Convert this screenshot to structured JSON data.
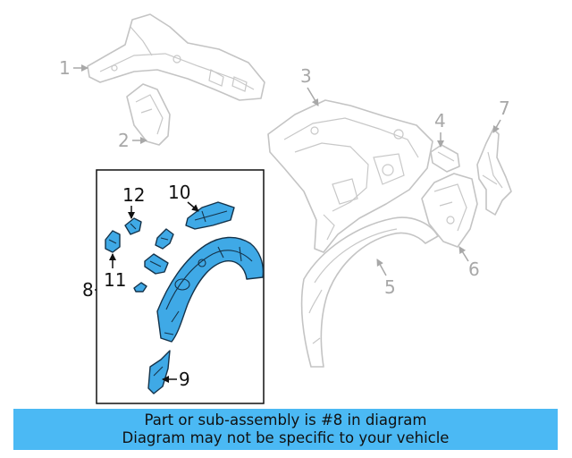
{
  "callouts": {
    "c1": "1",
    "c2": "2",
    "c3": "3",
    "c4": "4",
    "c5": "5",
    "c6": "6",
    "c7": "7",
    "c8": "8",
    "c9": "9",
    "c10": "10",
    "c11": "11",
    "c12": "12"
  },
  "highlight_color": "#3fa9e6",
  "banner": {
    "line1": "Part or sub-assembly is #8 in diagram",
    "line2": "Diagram may not be specific to your vehicle",
    "background": "#4bb9f4"
  }
}
